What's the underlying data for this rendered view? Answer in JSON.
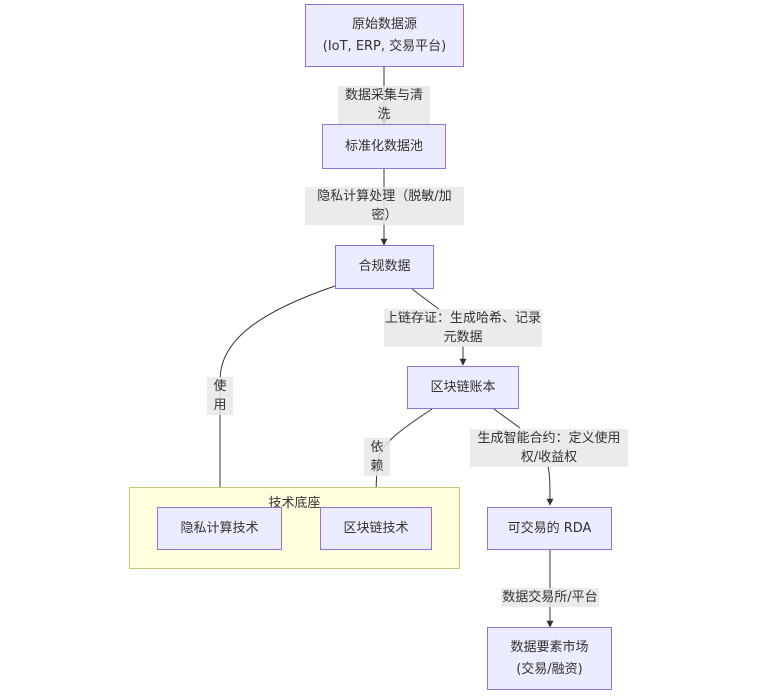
{
  "diagram": {
    "type": "flowchart",
    "direction": "top-down",
    "colors": {
      "node_fill": "#ECECFF",
      "node_border": "#9370DB",
      "cluster_fill": "#ffffde",
      "cluster_border": "#c6c681",
      "edge_label_bg": "#e8e8e8",
      "edge": "#333333"
    },
    "nodes": {
      "raw": {
        "line1": "原始数据源",
        "line2": "(IoT, ERP, 交易平台)"
      },
      "pool": {
        "line1": "标准化数据池"
      },
      "compliant": {
        "line1": "合规数据"
      },
      "ledger": {
        "line1": "区块链账本"
      },
      "privacy_tech": {
        "line1": "隐私计算技术"
      },
      "chain_tech": {
        "line1": "区块链技术"
      },
      "rda": {
        "line1": "可交易的 RDA"
      },
      "market": {
        "line1": "数据要素市场",
        "line2": "(交易/融资)"
      }
    },
    "cluster": {
      "title": "技术底座"
    },
    "edge_labels": {
      "collect": "数据采集与清洗",
      "privacy_l1": "隐私计算处理（脱敏/加",
      "privacy_l2": "密）",
      "use": "使用",
      "onchain_l1": "上链存证：生成哈希、记录",
      "onchain_l2": "元数据",
      "depend": "依赖",
      "contract_l1": "生成智能合约：定义使用",
      "contract_l2": "权/收益权",
      "exchange": "数据交易所/平台"
    }
  }
}
